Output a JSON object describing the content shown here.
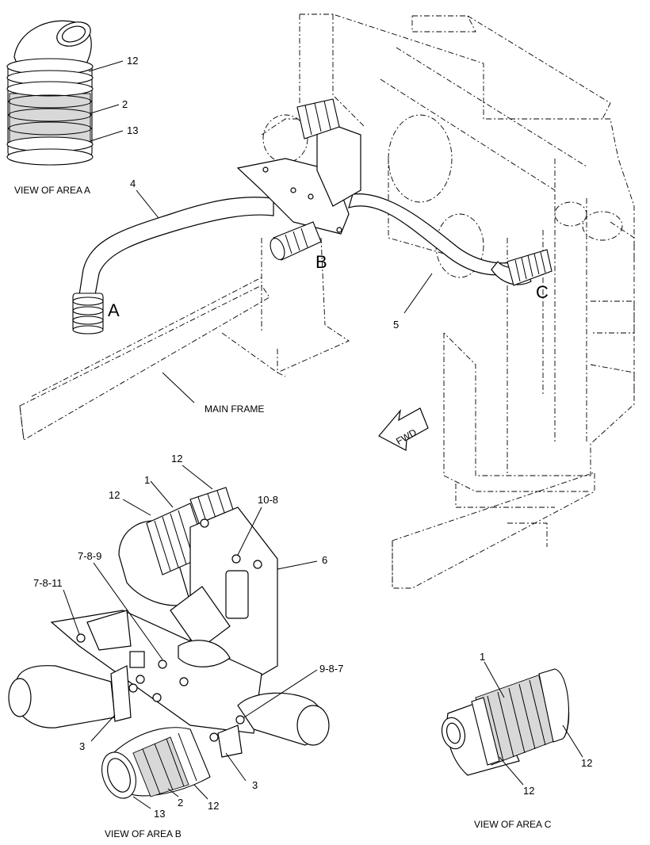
{
  "views": {
    "area_a": {
      "caption": "VIEW OF AREA  A",
      "callouts": [
        "12",
        "2",
        "13"
      ]
    },
    "area_b": {
      "caption": "VIEW OF AREA  B",
      "callouts": [
        "12",
        "1",
        "12",
        "10-8",
        "6",
        "7-8-9",
        "7-8-11",
        "9-8-7",
        "3",
        "3",
        "13",
        "2",
        "12"
      ]
    },
    "area_c": {
      "caption": "VIEW OF AREA  C",
      "callouts": [
        "1",
        "12",
        "12"
      ]
    }
  },
  "main_view": {
    "area_markers": [
      "A",
      "B",
      "C"
    ],
    "callouts": [
      "4",
      "5"
    ],
    "main_frame_label": "MAIN FRAME",
    "fwd_arrow_label": "FWD"
  }
}
